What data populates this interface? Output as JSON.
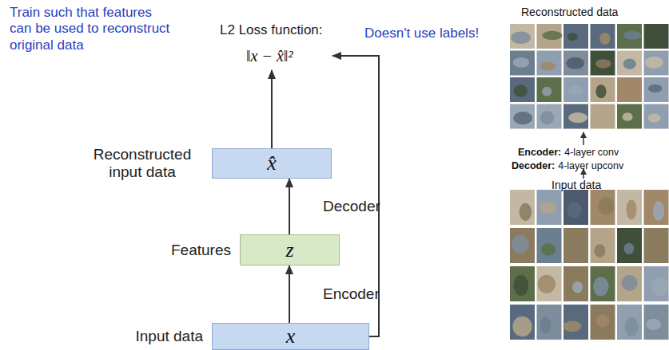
{
  "diagram": {
    "nodes": [
      {
        "text": [
          "L2 Loss function:",
          "‖x − x̂‖²"
        ]
      },
      {
        "text": [
          "Reconstructed input data",
          "x̂"
        ]
      },
      {
        "text": [
          "Features",
          "z"
        ]
      },
      {
        "text": [
          "Input data",
          "x"
        ]
      }
    ],
    "edges": [
      {
        "from": 3,
        "to": 2,
        "arrow": "to",
        "label": "Encoder"
      },
      {
        "from": 2,
        "to": 1,
        "arrow": "to",
        "label": "Decoder"
      },
      {
        "from": 1,
        "to": 0,
        "arrow": "to"
      },
      {
        "from": 3,
        "to": 0,
        "arrow": "to"
      }
    ],
    "labels": [
      "Train such that features can be used to reconstruct original data",
      "Doesn't use labels!",
      "Reconstructed data",
      "Encoder:",
      "4-layer conv",
      "Decoder:",
      "4-layer upconv",
      "Input data"
    ]
  }
}
